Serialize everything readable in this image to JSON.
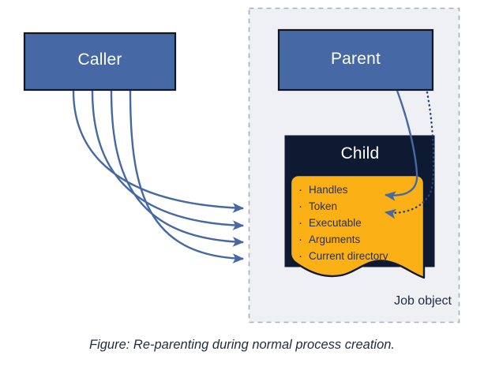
{
  "figure": {
    "caption": "Figure: Re-parenting during normal process creation."
  },
  "nodes": {
    "caller": {
      "label": "Caller"
    },
    "parent": {
      "label": "Parent"
    },
    "child": {
      "label": "Child"
    },
    "job_object": {
      "label": "Job object"
    }
  },
  "child_attributes": [
    {
      "bullet": "·",
      "label": "Handles"
    },
    {
      "bullet": "·",
      "label": "Token"
    },
    {
      "bullet": "·",
      "label": "Executable"
    },
    {
      "bullet": "·",
      "label": "Arguments"
    },
    {
      "bullet": "·",
      "label": "Current directory"
    }
  ],
  "edges": [
    {
      "from": "caller",
      "to": "Token",
      "style": "solid"
    },
    {
      "from": "caller",
      "to": "Executable",
      "style": "solid"
    },
    {
      "from": "caller",
      "to": "Arguments",
      "style": "solid"
    },
    {
      "from": "caller",
      "to": "Current directory",
      "style": "solid"
    },
    {
      "from": "parent",
      "to": "Handles",
      "style": "solid"
    },
    {
      "from": "parent",
      "to": "Token",
      "style": "dotted"
    }
  ],
  "colors": {
    "process_blue": "#4668a4",
    "child_navy": "#0e1932",
    "attribute_orange": "#fbb015",
    "job_object_fill": "#eef0f4",
    "job_object_border": "#a9aeb8",
    "arrow_blue": "#4668a4",
    "text_navy": "#1f2a44",
    "box_border": "#14161c",
    "page_background": "#ffffff"
  }
}
